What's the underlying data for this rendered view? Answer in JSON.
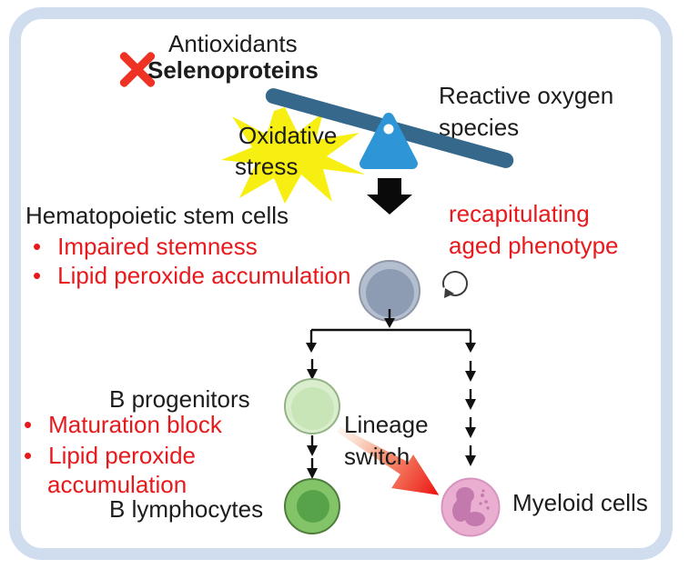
{
  "colors": {
    "frame": "#cfddef",
    "red-text": "#e8191c",
    "red-x": "#ee3223",
    "beam": "#35688a",
    "fulcrum": "#2e96d6",
    "starburst": "#f8ef12",
    "black-arrow": "#0a0a0a",
    "hsc-outer": "#b3becf",
    "hsc-inner": "#8d9cb2",
    "bprog-outer": "#daeecd",
    "bprog-inner": "#c8e5b8",
    "blymph-outer": "#83c469",
    "blymph-nucleus": "#57a34a",
    "myeloid-outer": "#eaaed1",
    "myeloid-border": "#d695c0",
    "myeloid-nucleus": "#c379ad",
    "lineage-arrow-end": "#ec0f0f"
  },
  "balance": {
    "antioxidants": "Antioxidants",
    "selenoproteins": "Selenoproteins",
    "ros_line1": "Reactive oxygen",
    "ros_line2": "species",
    "stress_line1": "Oxidative",
    "stress_line2": "stress"
  },
  "hsc": {
    "title": "Hematopoietic stem cells",
    "bullets": [
      "Impaired stemness",
      "Lipid peroxide accumulation"
    ],
    "note_line1": "recapitulating",
    "note_line2": "aged phenotype"
  },
  "bprog": {
    "title": "B progenitors",
    "bullet1": "Maturation block",
    "bullet2_line1": "Lipid peroxide",
    "bullet2_line2": "accumulation"
  },
  "blymph": {
    "label": "B lymphocytes"
  },
  "myeloid": {
    "label": "Myeloid cells"
  },
  "lineage": {
    "line1": "Lineage",
    "line2": "switch"
  }
}
